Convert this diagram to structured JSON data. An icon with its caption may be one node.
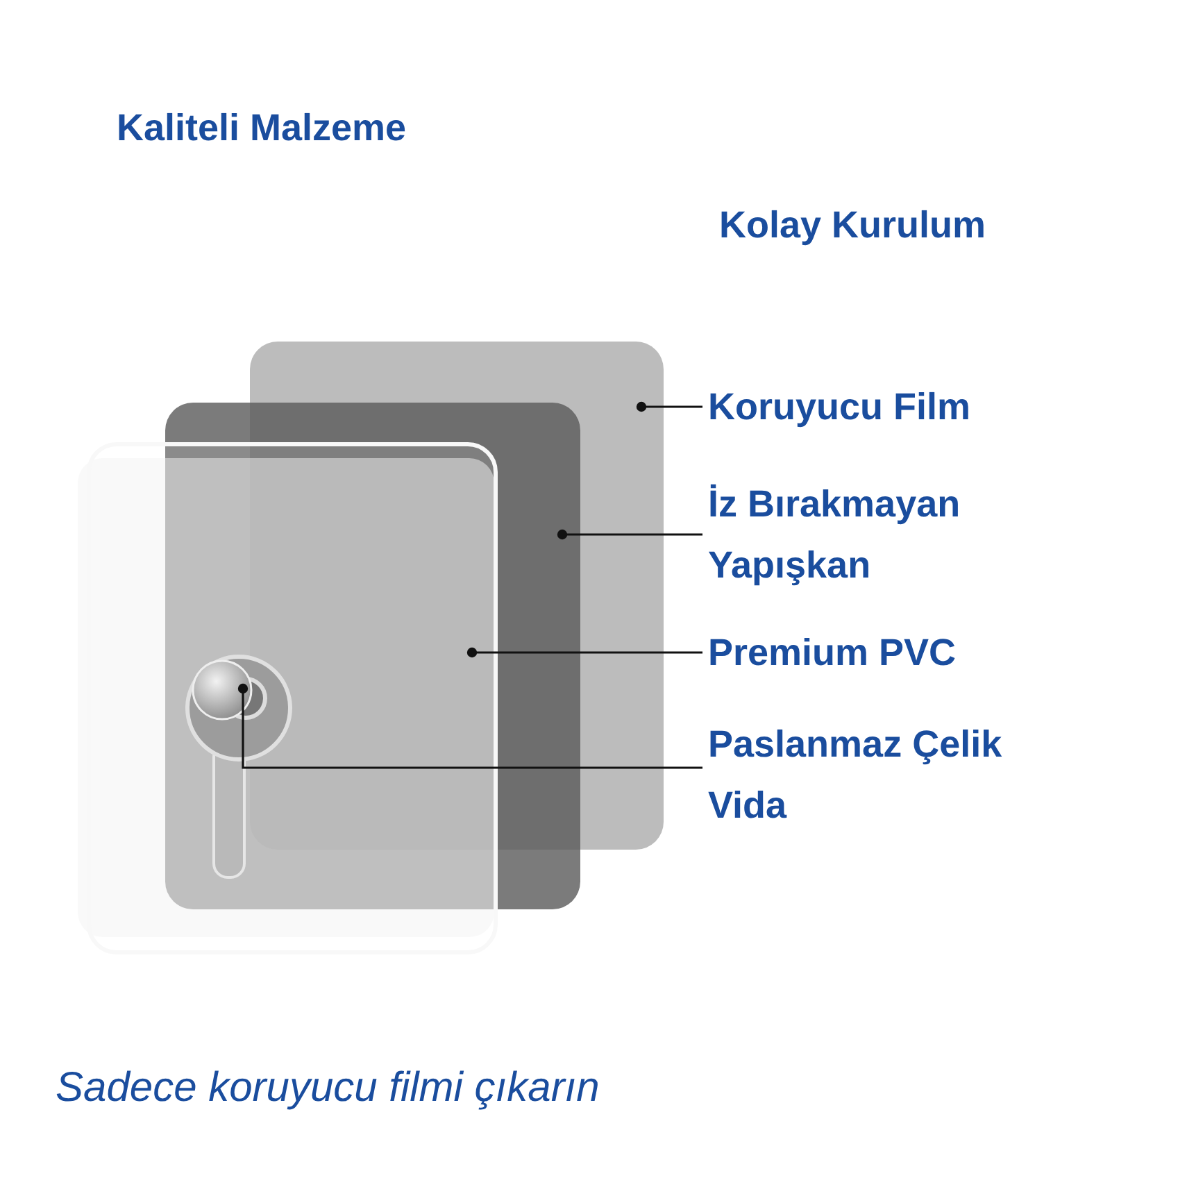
{
  "diagram": {
    "caption": "Sadece koruyucu filmi çıkarın",
    "nodes": [
      {
        "text": [
          "Koruyucu Film"
        ]
      },
      {
        "text": [
          "İz Bırakmayan Yapışkan"
        ]
      },
      {
        "text": [
          "Premium PVC"
        ]
      },
      {
        "text": [
          "Paslanmaz Çelik Vida"
        ]
      },
      {
        "text": [],
        "shape": "box"
      },
      {
        "text": [],
        "shape": "box"
      },
      {
        "text": [],
        "shape": "box"
      },
      {
        "text": [],
        "shape": "picture"
      }
    ],
    "edges": [
      {
        "from": 0,
        "to": 4,
        "arrow": "other"
      },
      {
        "from": 1,
        "to": 5,
        "arrow": "other"
      },
      {
        "from": 2,
        "to": 6,
        "arrow": "other"
      },
      {
        "from": 3,
        "to": 7,
        "arrow": "other"
      }
    ],
    "labels": [
      "Kaliteli Malzeme",
      "Kolay Kurulum"
    ]
  }
}
